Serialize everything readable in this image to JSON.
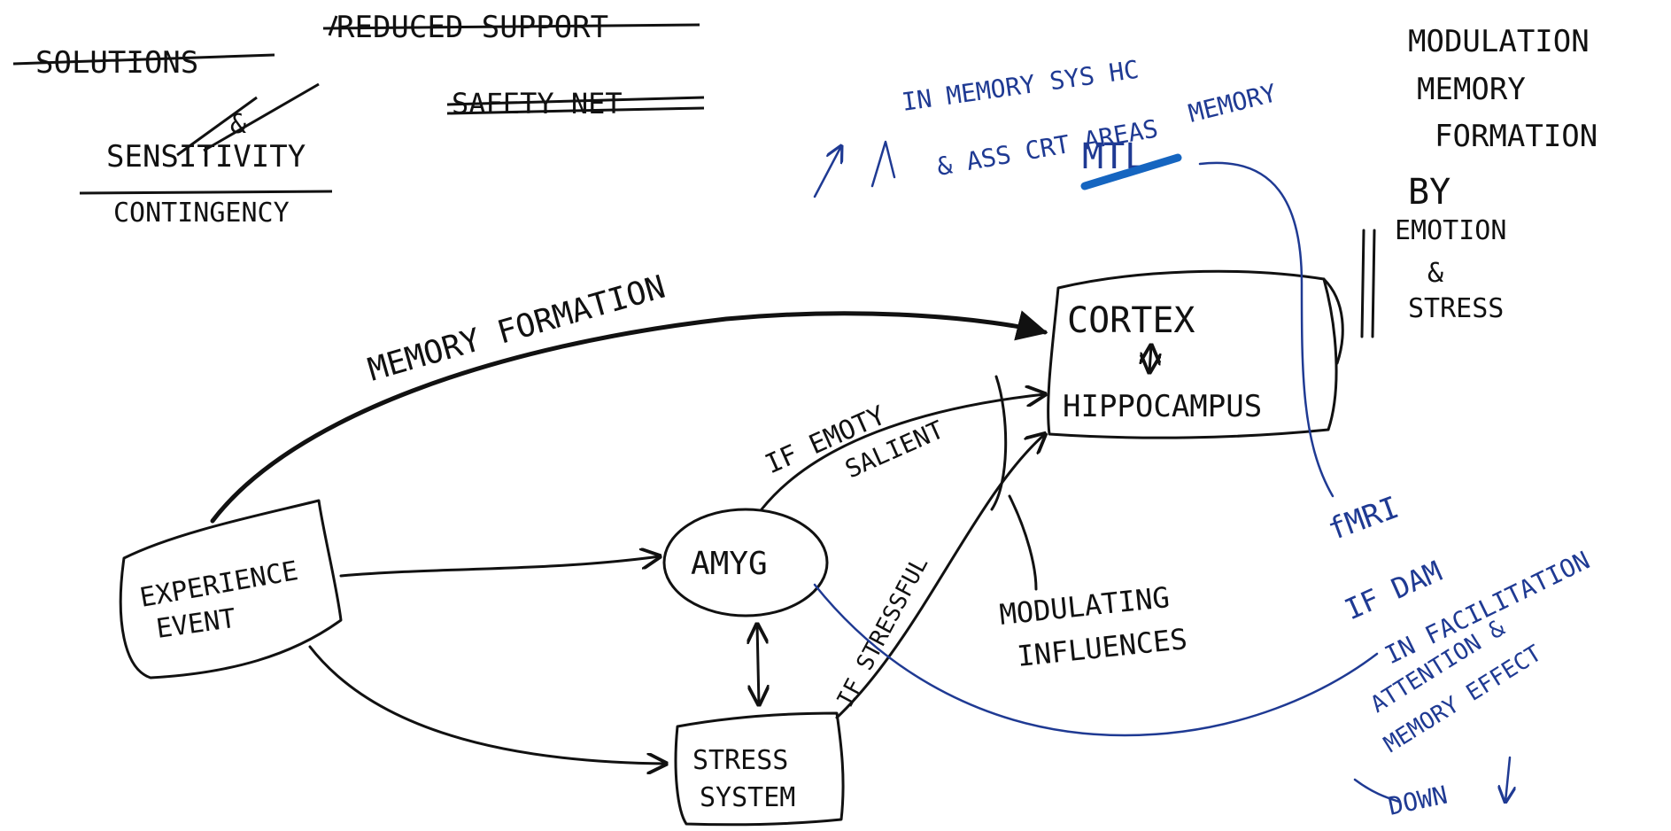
{
  "colors": {
    "ink": "#111111",
    "blue_marker": "#1f3a93",
    "highlight": "#1565c0",
    "background": "#ffffff"
  },
  "nodes": {
    "experience": {
      "line1": "EXPERIENCE",
      "line2": "EVENT"
    },
    "cortex": {
      "line1": "CORTEX",
      "line2": "HIPPOCAMPUS"
    },
    "amyg": {
      "label": "AMYG"
    },
    "stress": {
      "line1": "STRESS",
      "line2": "SYSTEM"
    }
  },
  "edges": {
    "memory_formation": "MEMORY FORMATION",
    "if_emot_line1": "IF EMOTY",
    "if_emot_line2": "SALIENT",
    "if_stressful": "IF STRESSFUL",
    "modulating_line1": "MODULATING",
    "modulating_line2": "INFLUENCES"
  },
  "right_notes": {
    "line1": "MODULATION",
    "line2": "MEMORY",
    "line3": "FORMATION",
    "line4": "BY",
    "line5": "EMOTION",
    "line6": "&",
    "line7": "STRESS"
  },
  "blue_notes": {
    "top_line1": "IN MEMORY SYS HC",
    "top_line2": "& ASS CRT AREAS",
    "top_mtl": "MTL",
    "top_memory": "MEMORY",
    "fmri": "fMRI",
    "bottom_line1": "IF DAM",
    "bottom_line2": "IN FACILITATION",
    "bottom_line3": "ATTENTION &",
    "bottom_line4": "MEMORY EFFECT",
    "bottom_line5": "DOWN"
  },
  "crossed_out": {
    "item1": "SOLUTIONS",
    "item2": "REDUCED SUPPORT",
    "item3": "SAFETY NET",
    "item4": "SENSITIVITY",
    "item5": "&",
    "item6": "CONTINGENCY"
  }
}
